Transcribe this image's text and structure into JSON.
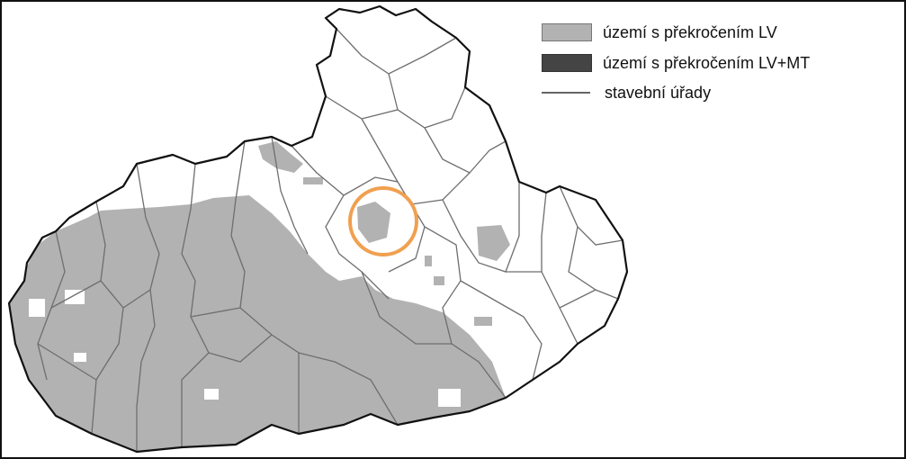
{
  "map": {
    "colors": {
      "background": "#ffffff",
      "exceedance_lv": "#b2b2b2",
      "exceedance_lv_mt": "#444444",
      "boundary": "#6e6e6e",
      "outline": "#111111",
      "highlight": "#f0a050"
    },
    "legend": {
      "items": [
        {
          "label": "území s překročením LV",
          "symbol": "fill-light"
        },
        {
          "label": "území s překročením LV+MT",
          "symbol": "fill-dark"
        },
        {
          "label": "stavební úřady",
          "symbol": "line"
        }
      ]
    },
    "highlight": {
      "shape": "circle",
      "note": ""
    }
  }
}
